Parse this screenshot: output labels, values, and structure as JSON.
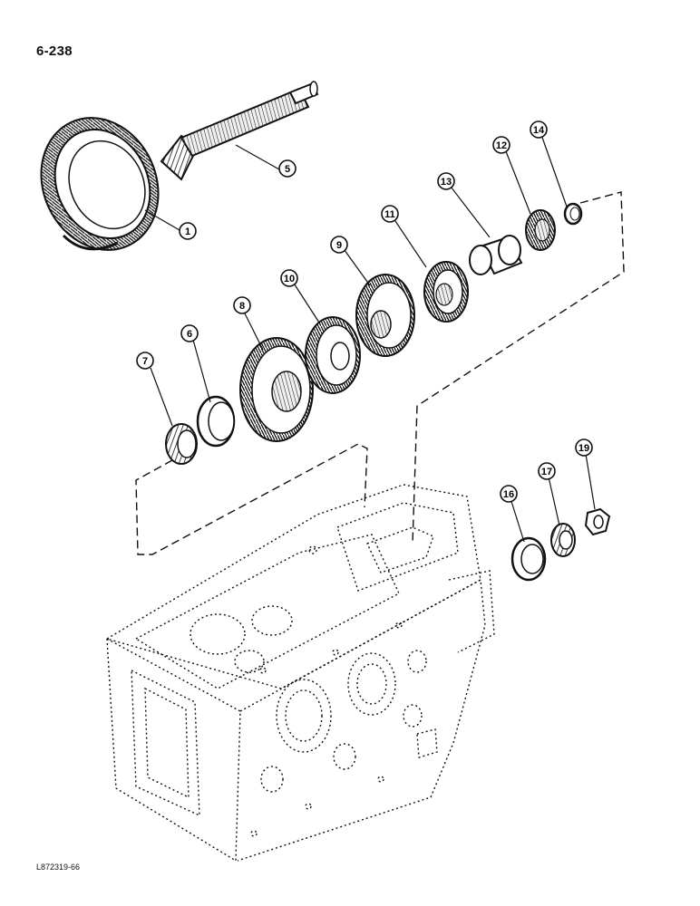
{
  "page": {
    "page_number": "6-238",
    "figure_code": "L872319-66"
  },
  "diagram": {
    "parts": [
      {
        "id": "1",
        "kind": "ring-gear"
      },
      {
        "id": "5",
        "kind": "pinion-shaft"
      },
      {
        "id": "6",
        "kind": "bearing-cup"
      },
      {
        "id": "7",
        "kind": "bearing-cone"
      },
      {
        "id": "8",
        "kind": "gear"
      },
      {
        "id": "9",
        "kind": "gear"
      },
      {
        "id": "10",
        "kind": "gear"
      },
      {
        "id": "11",
        "kind": "gear"
      },
      {
        "id": "12",
        "kind": "gear"
      },
      {
        "id": "13",
        "kind": "spacer"
      },
      {
        "id": "14",
        "kind": "snap-ring"
      },
      {
        "id": "16",
        "kind": "bearing-cup"
      },
      {
        "id": "17",
        "kind": "bearing-cone"
      },
      {
        "id": "19",
        "kind": "nut"
      }
    ]
  }
}
